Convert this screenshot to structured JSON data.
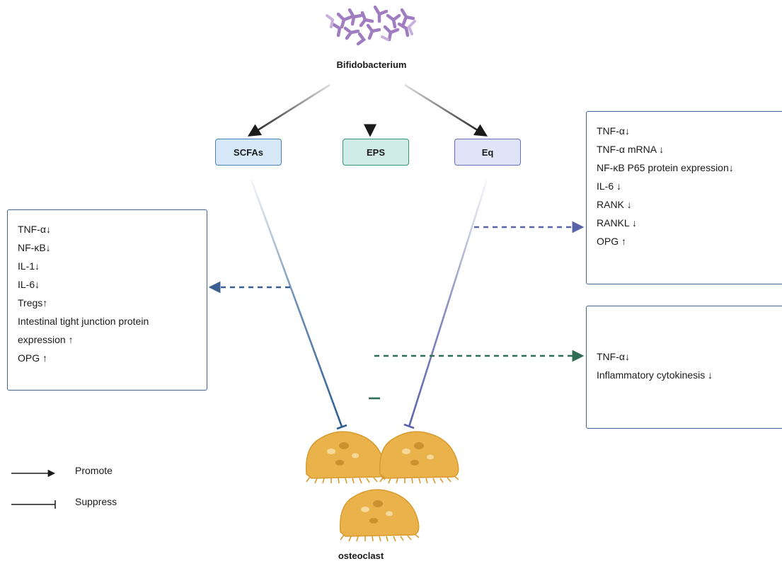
{
  "title": "Bifidobacterium",
  "nodes": {
    "scfas": "SCFAs",
    "eps": "EPS",
    "eq": "Eq"
  },
  "left_box": [
    "TNF-α↓",
    "NF-κB↓",
    "IL-1↓",
    "IL-6↓",
    "Tregs↑",
    "Intestinal tight junction protein expression ↑",
    "OPG ↑"
  ],
  "right_top_box": [
    "TNF-α↓",
    "TNF-α mRNA ↓",
    "NF-κB P65 protein expression↓",
    "IL-6 ↓",
    "RANK ↓",
    "RANKL ↓",
    "OPG ↑"
  ],
  "right_bottom_box": [
    "TNF-α↓",
    "Inflammatory cytokinesis ↓"
  ],
  "legend": {
    "promote": "Promote",
    "suppress": "Suppress"
  },
  "target": "osteoclast",
  "colors": {
    "scfas_line": "#2f5f93",
    "eps_line": "#2d6e55",
    "eq_line": "#5a63aa",
    "bacteria": "#a07cc0",
    "osteoclast": "#eab24a",
    "arrow": "#1a1a1a"
  }
}
